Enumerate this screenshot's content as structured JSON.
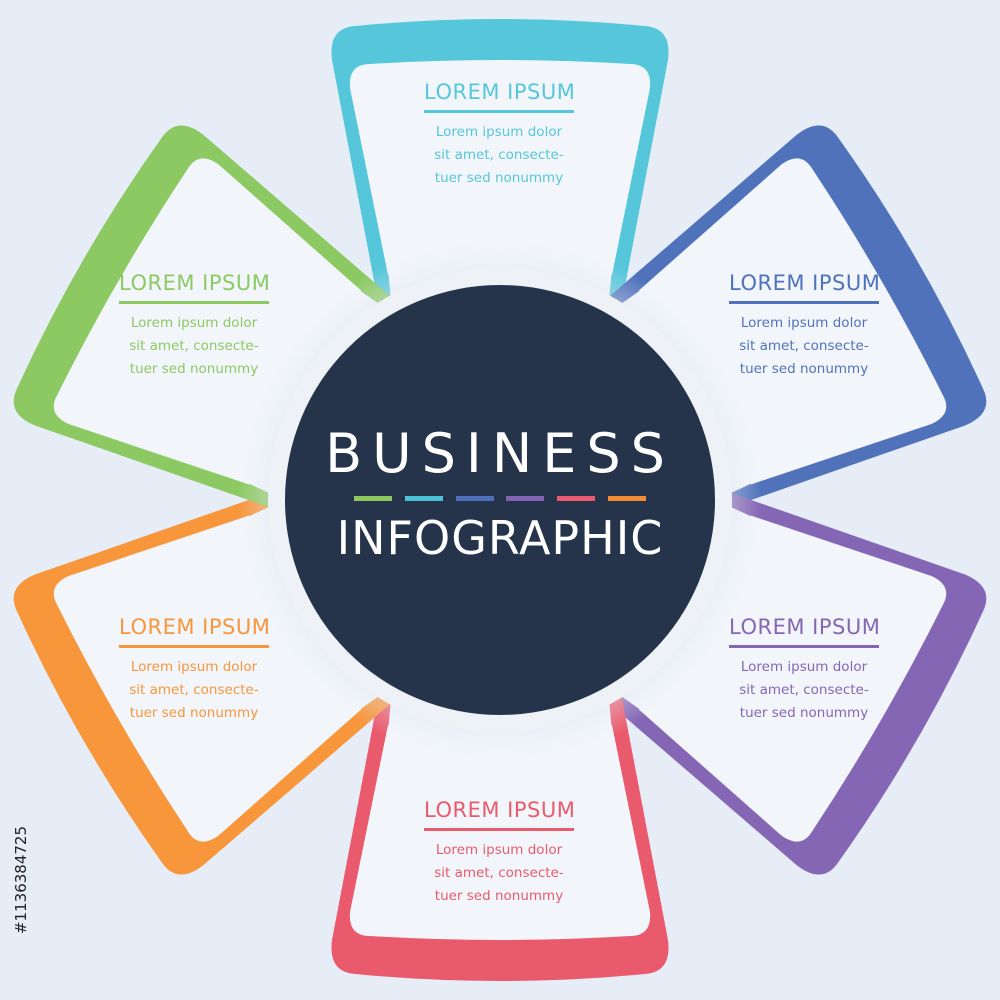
{
  "center": {
    "title_line1": "BUSINESS",
    "title_line2": "INFOGRAPHIC",
    "circle_color": "#25344b",
    "text_color": "#ffffff"
  },
  "dash_colors": [
    "#8dc85e",
    "#4cc2d9",
    "#4d6fb9",
    "#8263b5",
    "#e95a6f",
    "#f28c33"
  ],
  "petals": [
    {
      "id": "top",
      "color": "#56c6db",
      "title": "LOREM IPSUM",
      "lines": [
        "Lorem ipsum dolor",
        "sit amet, consecte-",
        "tuer sed nonummy"
      ]
    },
    {
      "id": "upper-right",
      "color": "#5072bb",
      "title": "LOREM IPSUM",
      "lines": [
        "Lorem ipsum dolor",
        "sit amet, consecte-",
        "tuer sed nonummy"
      ]
    },
    {
      "id": "lower-right",
      "color": "#8466b4",
      "title": "LOREM IPSUM",
      "lines": [
        "Lorem ipsum dolor",
        "sit amet, consecte-",
        "tuer sed nonummy"
      ]
    },
    {
      "id": "bottom",
      "color": "#ea5a6d",
      "title": "LOREM IPSUM",
      "lines": [
        "Lorem ipsum dolor",
        "sit amet, consecte-",
        "tuer sed nonummy"
      ]
    },
    {
      "id": "lower-left",
      "color": "#f7963a",
      "title": "LOREM IPSUM",
      "lines": [
        "Lorem ipsum dolor",
        "sit amet, consecte-",
        "tuer sed nonummy"
      ]
    },
    {
      "id": "upper-left",
      "color": "#8cc963",
      "title": "LOREM IPSUM",
      "lines": [
        "Lorem ipsum dolor",
        "sit amet, consecte-",
        "tuer sed nonummy"
      ]
    }
  ],
  "stock_id": "#1136384725"
}
